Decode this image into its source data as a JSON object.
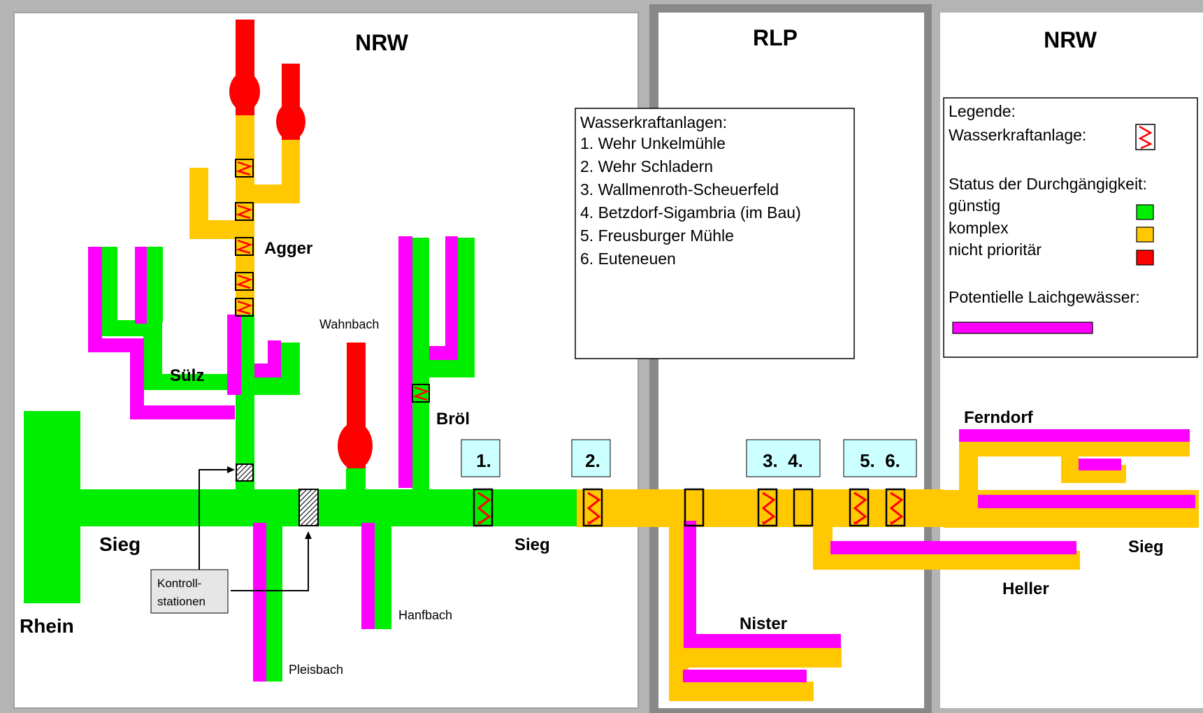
{
  "regions": {
    "left": "NRW",
    "middle": "RLP",
    "right": "NRW"
  },
  "rivers": {
    "rhein": "Rhein",
    "sieg_left": "Sieg",
    "sieg_middle": "Sieg",
    "sieg_right": "Sieg",
    "agger": "Agger",
    "suelz": "Sülz",
    "wahnbach": "Wahnbach",
    "broel": "Bröl",
    "hanfbach": "Hanfbach",
    "pleisbach": "Pleisbach",
    "nister": "Nister",
    "heller": "Heller",
    "ferndorf": "Ferndorf"
  },
  "control_stations": {
    "line1": "Kontroll-",
    "line2": "stationen"
  },
  "plant_markers": [
    "1.",
    "2.",
    "3.  4.",
    "5.  6."
  ],
  "plants_box": {
    "title": "Wasserkraftanlagen:",
    "items": [
      "1. Wehr Unkelmühle",
      "2. Wehr Schladern",
      "3. Wallmenroth-Scheuerfeld",
      "4. Betzdorf-Sigambria (im Bau)",
      "5. Freusburger Mühle",
      "6. Euteneuen"
    ]
  },
  "legend": {
    "title": "Legende:",
    "plant_label": "Wasserkraftanlage:",
    "status_title": "Status der Durchgängigkeit:",
    "status_items": [
      {
        "label": "günstig",
        "color": "#00ee00"
      },
      {
        "label": "komplex",
        "color": "#ffc800"
      },
      {
        "label": "nicht prioritär",
        "color": "#ff0000"
      }
    ],
    "spawning_label": "Potentielle Laichgewässer:",
    "spawning_color": "#ff00ff"
  },
  "colors": {
    "favorable": "#00ee00",
    "complex": "#ffc800",
    "not_priority": "#ff0000",
    "spawning": "#ff00ff",
    "region_border": "#999999",
    "marker_fill": "#ccffff"
  }
}
